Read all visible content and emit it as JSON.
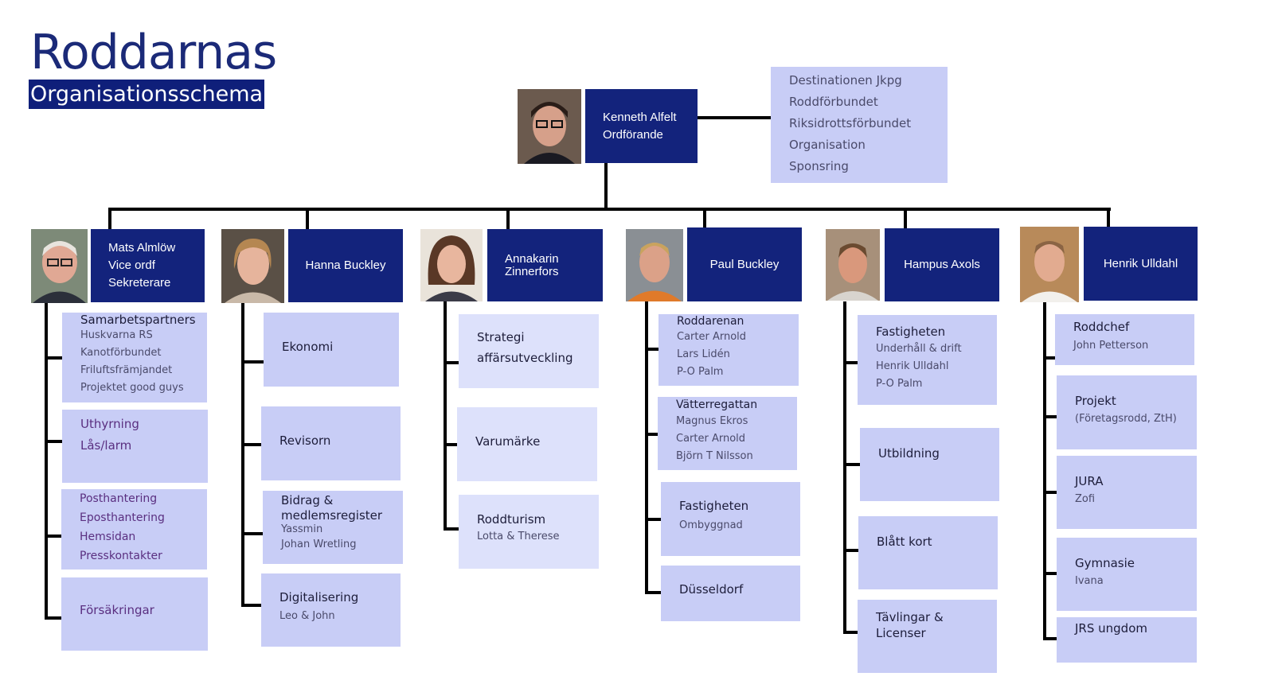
{
  "title": "Roddarnas",
  "subtitle": "Organisationsschema",
  "chairman": {
    "name": "Kenneth Alfelt",
    "role": "Ordförande"
  },
  "info_box": [
    "Destinationen Jkpg",
    "Roddförbundet",
    "Riksidrottsförbundet",
    "Organisation",
    "Sponsring"
  ],
  "columns": [
    {
      "header": [
        "Mats Almlöw",
        "Vice ordf",
        "Sekreterare"
      ],
      "boxes": [
        {
          "title": "Samarbetspartners",
          "lines": [
            "Huskvarna RS",
            "Kanotförbundet",
            "Friluftsfrämjandet",
            "Projektet good guys"
          ]
        },
        {
          "items": [
            "Uthyrning",
            "Lås/larm"
          ]
        },
        {
          "items": [
            "Posthantering",
            "Eposthantering",
            "Hemsidan",
            "Presskontakter"
          ]
        },
        {
          "items": [
            "Försäkringar"
          ]
        }
      ]
    },
    {
      "header": [
        "Hanna Buckley"
      ],
      "boxes": [
        {
          "title": "Ekonomi",
          "lines": []
        },
        {
          "title": "Revisorn",
          "lines": []
        },
        {
          "title": "Bidrag & medlemsregister",
          "lines": [
            "Yassmin",
            "Johan Wretling"
          ]
        },
        {
          "title": "Digitalisering",
          "lines": [
            "Leo & John"
          ]
        }
      ]
    },
    {
      "header": [
        "Annakarin",
        "Zinnerfors"
      ],
      "boxes": [
        {
          "title": "Strategi",
          "lines": [
            "affärsutveckling"
          ]
        },
        {
          "title": "Varumärke",
          "lines": []
        },
        {
          "title": "Roddturism",
          "lines": [
            "Lotta & Therese"
          ]
        }
      ]
    },
    {
      "header": [
        "Paul Buckley"
      ],
      "boxes": [
        {
          "title": "Roddarenan",
          "lines": [
            "Carter Arnold",
            "Lars Lidén",
            "P-O Palm"
          ]
        },
        {
          "title": "Vätterregattan",
          "lines": [
            "Magnus Ekros",
            "Carter Arnold",
            "Björn T Nilsson"
          ]
        },
        {
          "title": "Fastigheten",
          "lines": [
            "Ombyggnad"
          ]
        },
        {
          "title": "Düsseldorf",
          "lines": []
        }
      ]
    },
    {
      "header": [
        "Hampus Axols"
      ],
      "boxes": [
        {
          "title": "Fastigheten",
          "lines": [
            "Underhåll & drift",
            "Henrik Ulldahl",
            "P-O Palm"
          ]
        },
        {
          "title": "Utbildning",
          "lines": []
        },
        {
          "title": "Blått kort",
          "lines": []
        },
        {
          "title": "Tävlingar & Licenser",
          "lines": []
        }
      ]
    },
    {
      "header": [
        "Henrik Ulldahl"
      ],
      "boxes": [
        {
          "title": "Roddchef",
          "lines": [
            "John Petterson"
          ]
        },
        {
          "title": "Projekt",
          "lines": [
            "(Företagsrodd, ZtH)"
          ]
        },
        {
          "title": "JURA",
          "lines": [
            "Zofi"
          ]
        },
        {
          "title": "Gymnasie",
          "lines": [
            "Ivana"
          ]
        },
        {
          "title": "JRS ungdom",
          "lines": []
        }
      ]
    }
  ]
}
